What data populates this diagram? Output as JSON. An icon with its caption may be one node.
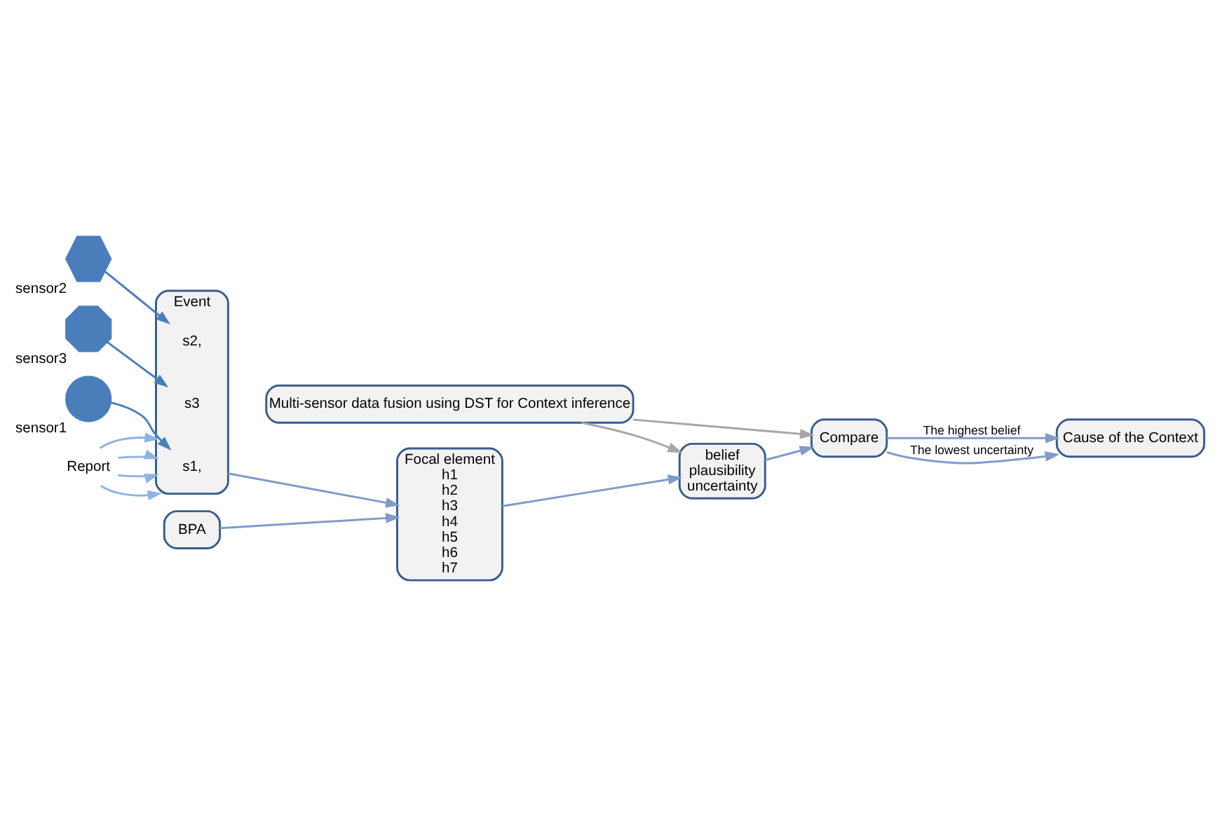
{
  "diagram": {
    "nodes": [
      {
        "text": [
          "Multi-sensor data fusion using DST for Context inference"
        ]
      },
      {
        "text": [
          "sensor1"
        ]
      },
      {
        "text": [
          "sensor2"
        ]
      },
      {
        "text": [
          "sensor3"
        ]
      },
      {
        "text": [
          "Event"
        ]
      },
      {
        "text": [
          "s1,"
        ],
        "in": 4
      },
      {
        "text": [
          "s2,"
        ],
        "in": 4
      },
      {
        "text": [
          "s3"
        ],
        "in": 4
      },
      {
        "text": [
          "Report"
        ]
      },
      {
        "text": [
          "Focal element",
          "h1",
          "h2",
          "h3",
          "h4",
          "h5",
          "h6",
          "h7"
        ]
      },
      {
        "text": [
          "BPA"
        ]
      },
      {
        "text": [
          "belief",
          "plausibility",
          "uncertainty"
        ]
      },
      {
        "text": [
          "Compare"
        ]
      },
      {
        "text": [
          "Cause of the Context"
        ]
      }
    ],
    "edges": [
      {
        "from": 1,
        "to": 5,
        "arrow": "to",
        "color": "#4a7ebb"
      },
      {
        "from": 2,
        "to": 6,
        "arrow": "to",
        "color": "#4a7ebb"
      },
      {
        "from": 3,
        "to": 7,
        "arrow": "to",
        "color": "#4a7ebb"
      },
      {
        "from": 8,
        "to": 4,
        "arrow": "to",
        "color": "#8eb4e3"
      },
      {
        "from": 8,
        "to": 4,
        "arrow": "to",
        "color": "#8eb4e3"
      },
      {
        "from": 8,
        "to": 4,
        "arrow": "to",
        "color": "#8eb4e3"
      },
      {
        "from": 8,
        "to": 4,
        "arrow": "to",
        "color": "#8eb4e3"
      },
      {
        "from": 4,
        "to": 9,
        "arrow": "to"
      },
      {
        "from": 10,
        "to": 9,
        "arrow": "to"
      },
      {
        "from": 9,
        "to": 11,
        "arrow": "to"
      },
      {
        "from": 11,
        "to": 12,
        "arrow": "to"
      },
      {
        "from": 0,
        "to": 11,
        "arrow": "to",
        "color": "#a6a6a6"
      },
      {
        "from": 0,
        "to": 12,
        "arrow": "to",
        "color": "#a6a6a6"
      },
      {
        "from": 12,
        "to": 13,
        "label": "The highest belief",
        "arrow": "to"
      },
      {
        "from": 12,
        "to": 13,
        "label": "The lowest uncertainty",
        "arrow": "to"
      }
    ]
  }
}
